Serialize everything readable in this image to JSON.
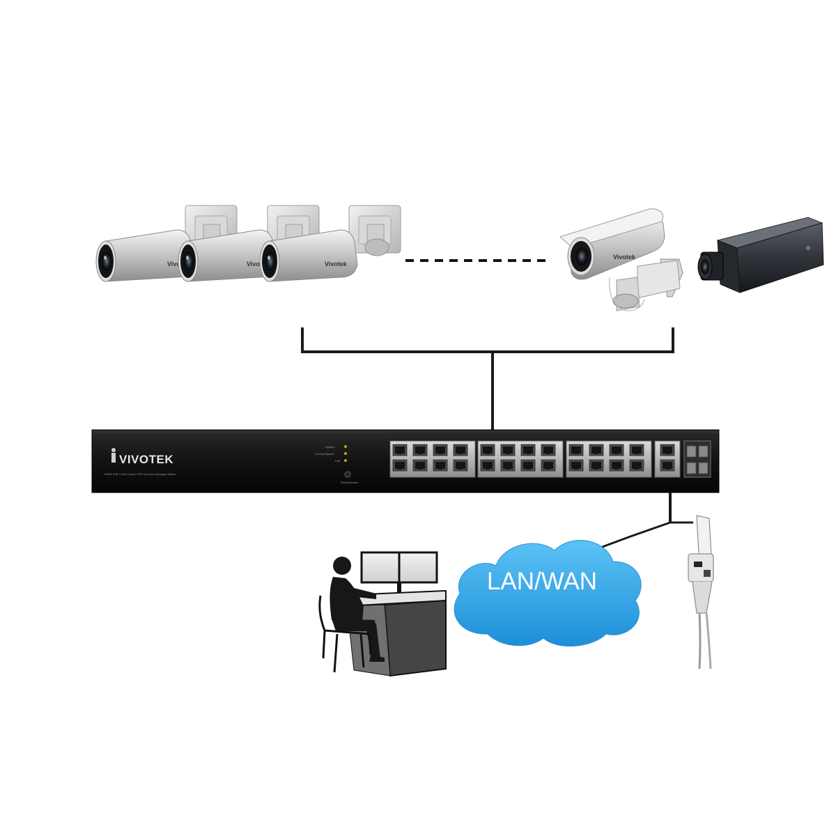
{
  "cloud": {
    "label": "LAN/WAN"
  },
  "switch": {
    "brand": "VIVOTEK",
    "model": "28x60 PoE +2x56 Combo SFP VivoCam Managed Switch",
    "leds": [
      "System",
      "Link/Act/Speed",
      "PoE"
    ],
    "reset_label": "Reset/Restore"
  },
  "cameras": {
    "brand": "Vivotek"
  },
  "colors": {
    "cloud": "#3aa6e6",
    "switch_body": "#141414",
    "line": "#1a1a1a"
  }
}
